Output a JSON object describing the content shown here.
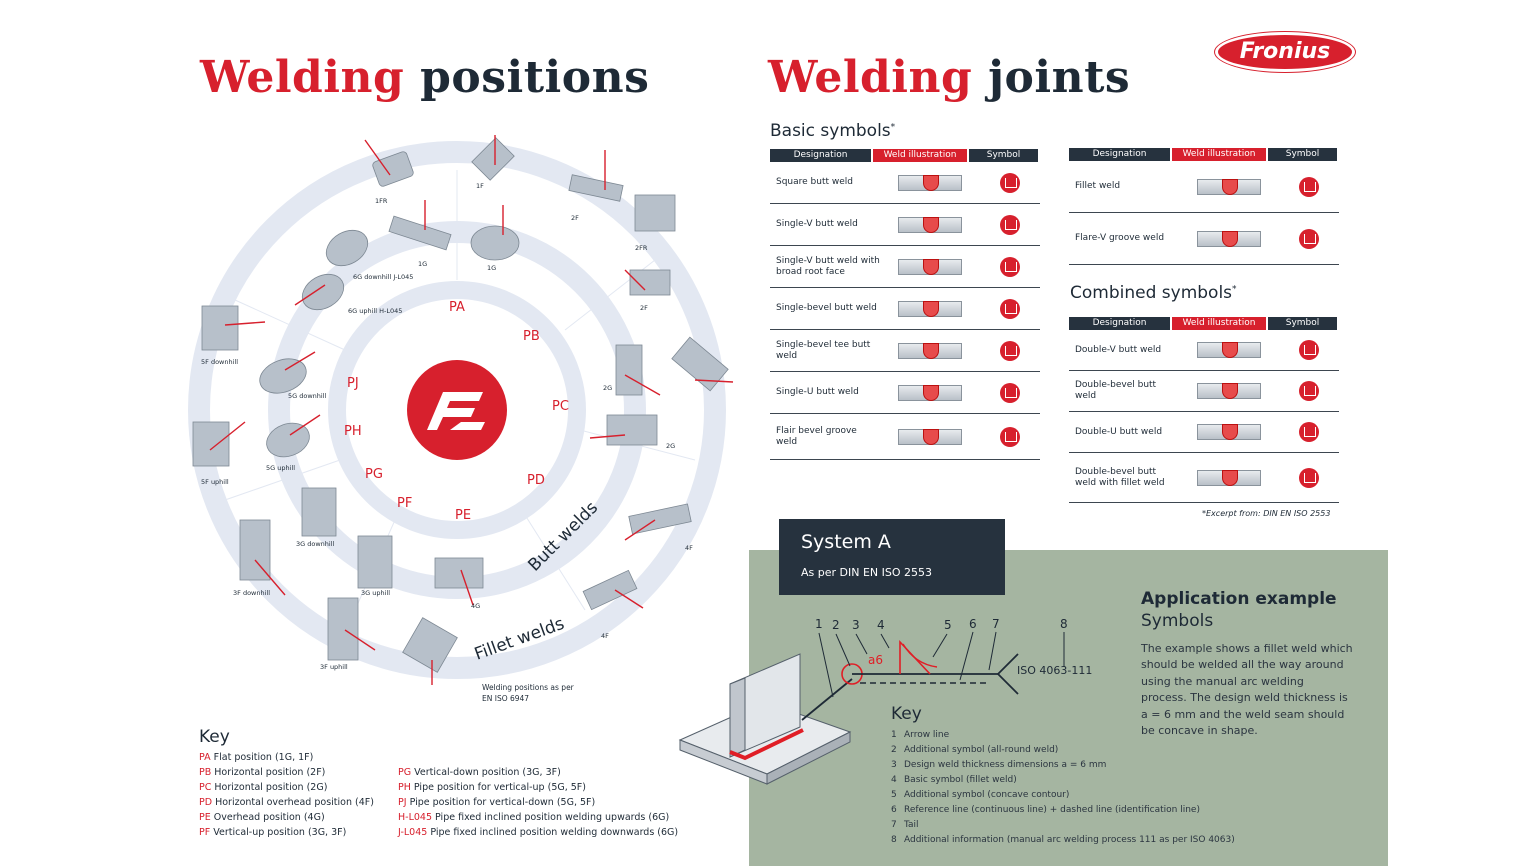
{
  "brand": {
    "logo_text": "Fronius"
  },
  "positions": {
    "title_red": "Welding",
    "title_dark": "positions",
    "inner_ring_codes": [
      "PA",
      "PB",
      "PC",
      "PD",
      "PE",
      "PF",
      "PG",
      "PH",
      "PJ"
    ],
    "ring_labels": {
      "butt": "Butt welds",
      "fillet": "Fillet welds"
    },
    "position_labels": [
      "1F",
      "1FR",
      "2F",
      "2FR",
      "2F",
      "1G",
      "1G",
      "6G downhill J-L045",
      "6G uphill H-L045",
      "5F downhill",
      "5G downhill",
      "5F uphill",
      "5G uphill",
      "2G",
      "2G",
      "4F",
      "4F",
      "3G downhill",
      "3G uphill",
      "4G",
      "3F downhill",
      "3F uphill"
    ],
    "note": "Welding positions as per EN ISO 6947",
    "key_title": "Key",
    "key_left": [
      {
        "code": "PA",
        "text": "Flat position (1G, 1F)"
      },
      {
        "code": "PB",
        "text": "Horizontal position (2F)"
      },
      {
        "code": "PC",
        "text": "Horizontal position (2G)"
      },
      {
        "code": "PD",
        "text": "Horizontal overhead position (4F)"
      },
      {
        "code": "PE",
        "text": "Overhead position (4G)"
      },
      {
        "code": "PF",
        "text": "Vertical-up position (3G, 3F)"
      }
    ],
    "key_right": [
      {
        "code": "PG",
        "text": "Vertical-down position (3G, 3F)"
      },
      {
        "code": "PH",
        "text": "Pipe position for vertical-up (5G, 5F)"
      },
      {
        "code": "PJ",
        "text": "Pipe position for vertical-down (5G, 5F)"
      },
      {
        "code": "H-L045",
        "text": "Pipe fixed inclined position welding upwards (6G)"
      },
      {
        "code": "J-L045",
        "text": "Pipe fixed inclined position welding downwards (6G)"
      }
    ]
  },
  "joints": {
    "title_red": "Welding",
    "title_dark": "joints",
    "basic_title": "Basic symbols",
    "combined_title": "Combined symbols",
    "asterisk": "*",
    "headers": [
      "Designation",
      "Weld illustration",
      "Symbol"
    ],
    "basic_left": [
      "Square butt weld",
      "Single-V butt weld",
      "Single-V butt weld with broad root face",
      "Single-bevel butt weld",
      "Single-bevel tee butt weld",
      "Single-U butt weld",
      "Flair bevel groove weld"
    ],
    "basic_right": [
      "Fillet weld",
      "Flare-V groove weld"
    ],
    "combined": [
      "Double-V butt weld",
      "Double-bevel butt weld",
      "Double-U butt weld",
      "Double-bevel butt weld with fillet weld"
    ],
    "footnote": "*Excerpt from: DIN EN ISO 2553"
  },
  "system_a": {
    "title": "System A",
    "subtitle": "As per DIN EN ISO 2553",
    "callout_numbers": [
      "1",
      "2",
      "3",
      "4",
      "5",
      "6",
      "7",
      "8"
    ],
    "weld_size": "a6",
    "process_ref": "ISO 4063-111",
    "app_title": "Application example",
    "app_subtitle": "Symbols",
    "app_text": "The example shows a fillet weld which should be welded all the way around using the manual arc welding process. The design weld thickness is a = 6 mm and the weld seam should be concave in shape.",
    "key_title": "Key",
    "key": [
      "Arrow line",
      "Additional symbol (all-round weld)",
      "Design weld thickness dimensions a = 6 mm",
      "Basic symbol (fillet weld)",
      "Additional symbol (concave contour)",
      "Reference line (continuous line) + dashed line (identification line)",
      "Tail",
      "Additional information (manual arc welding process 111 as per ISO 4063)"
    ]
  },
  "colors": {
    "accent": "#d7202d",
    "dark": "#26323e",
    "panel": "#a5b5a1",
    "ring": "#e3e8f2"
  }
}
